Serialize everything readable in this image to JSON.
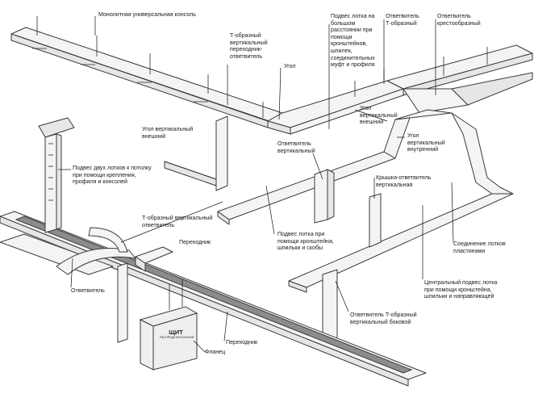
{
  "labels": {
    "monolithic_console": "Монолитная универсальная консоль",
    "t_vertical_adapter": "Т-образный вертикальный переходник-ответвитель",
    "angle": "Угол",
    "long_suspension": "Подвес лотка на большом расстоянии при помощи кронштейнов, шпилек, соединительных муфт и профиля",
    "t_branch": "Ответвитель Т-образный",
    "cross_branch": "Ответвитель крестообразный",
    "vert_angle_outer_1": "Угол вертикальный внешний",
    "vert_angle_outer_2": "Угол вертикальный внешний",
    "vert_angle_inner": "Угол вертикальный внутренний",
    "vert_branch": "Ответвитель вертикальный",
    "double_suspension": "Подвес двух лотков к потолку при помощи крепления, профиля и консолей",
    "cover_branch": "Крышка-ответвитель вертикальная",
    "t_vertical_branch": "Т-образный вертикальный ответвитель",
    "adapter_1": "Переходник",
    "suspension_bracket": "Подвес лотка при помощи кронштейна, шпильки и скобы",
    "tray_joint": "Соединение лотков пластинами",
    "branch": "Ответвитель",
    "central_suspension": "Центральный подвес лотка при помощи кронштейна, шпильки и направляющей",
    "t_vertical_side": "Ответвитель Т-образный вертикальный боковой",
    "adapter_2": "Переходник",
    "flange": "Фланец"
  },
  "panel": {
    "title": "ЩИТ",
    "subtitle": "РАСПРЕДЕЛИТЕЛЬНЫЙ"
  }
}
